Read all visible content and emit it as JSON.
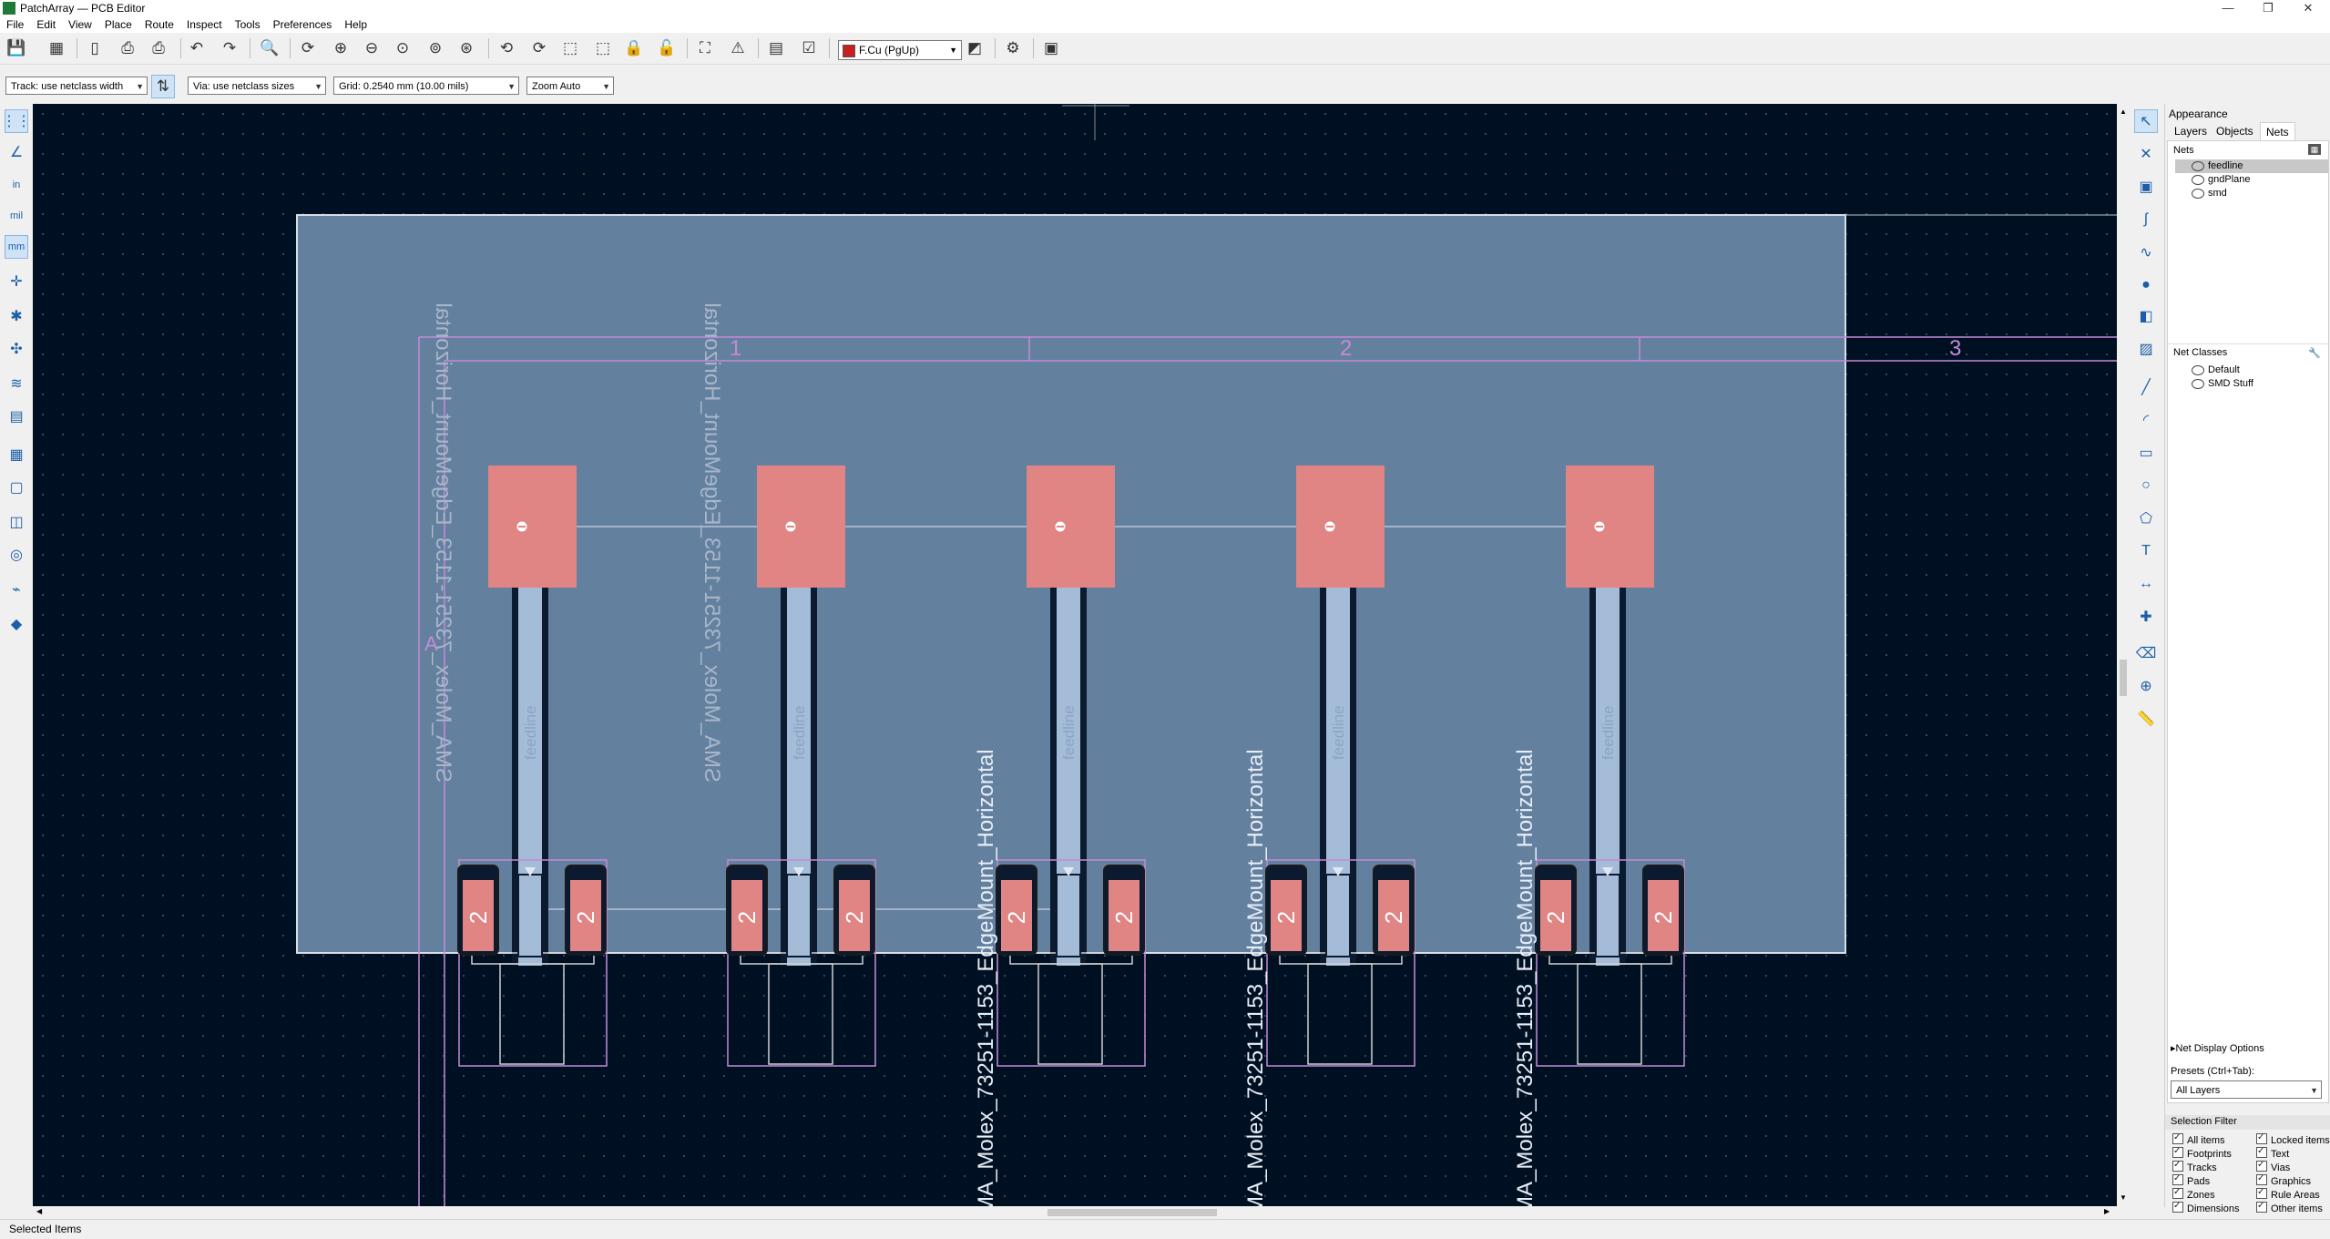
{
  "window": {
    "title": "PatchArray — PCB Editor",
    "controls": [
      "—",
      "❐",
      "✕"
    ]
  },
  "menubar": [
    "File",
    "Edit",
    "View",
    "Place",
    "Route",
    "Inspect",
    "Tools",
    "Preferences",
    "Help"
  ],
  "toolbar": {
    "active_layer": "F.Cu (PgUp)",
    "icons": [
      "save-icon",
      "board-setup-icon",
      "page-settings-icon",
      "print-icon",
      "plot-icon",
      "undo-icon",
      "redo-icon",
      "find-icon",
      "redraw-icon",
      "zoom-in-icon",
      "zoom-out-icon",
      "zoom-fit-icon",
      "zoom-objects-icon",
      "zoom-selection-icon",
      "rotate-ccw-icon",
      "rotate-cw-icon",
      "group-icon",
      "ungroup-icon",
      "lock-icon",
      "unlock-icon",
      "netlist-icon",
      "drc-icon",
      "footprint-editor-icon",
      "footprint-viewer-icon",
      "layer-pair-icon",
      "scripting-icon",
      "python-console-icon"
    ]
  },
  "toolbar2": {
    "track": "Track: use netclass width",
    "via": "Via: use netclass sizes",
    "grid": "Grid: 0.2540 mm (10.00 mils)",
    "zoom": "Zoom Auto"
  },
  "left_toolbar": [
    {
      "name": "grid-toggle-icon",
      "glyph": "⋮⋮"
    },
    {
      "name": "polar-coords-icon",
      "glyph": "∠"
    },
    {
      "name": "unit-inches-icon",
      "glyph": "in"
    },
    {
      "name": "unit-mils-icon",
      "glyph": "mil"
    },
    {
      "name": "unit-mm-icon",
      "glyph": "mm"
    },
    {
      "name": "cursor-shape-icon",
      "glyph": "✛"
    },
    {
      "name": "ratsnest-icon",
      "glyph": "✱"
    },
    {
      "name": "curved-ratsnest-icon",
      "glyph": "✣"
    },
    {
      "name": "high-contrast-icon",
      "glyph": "≋"
    },
    {
      "name": "track-outline-icon",
      "glyph": "▤"
    },
    {
      "name": "zone-fill-icon",
      "glyph": "▦"
    },
    {
      "name": "zone-outline-icon",
      "glyph": "▢"
    },
    {
      "name": "pad-outline-icon",
      "glyph": "◫"
    },
    {
      "name": "via-outline-icon",
      "glyph": "◎"
    },
    {
      "name": "microwave-icon",
      "glyph": "⌁"
    },
    {
      "name": "appearance-manager-icon",
      "glyph": "◆"
    }
  ],
  "right_toolbar": [
    {
      "name": "select-icon",
      "glyph": "↖"
    },
    {
      "name": "local-ratsnest-icon",
      "glyph": "✕"
    },
    {
      "name": "add-footprint-icon",
      "glyph": "▣"
    },
    {
      "name": "route-track-icon",
      "glyph": "∫"
    },
    {
      "name": "tune-length-icon",
      "glyph": "∿"
    },
    {
      "name": "add-via-icon",
      "glyph": "●"
    },
    {
      "name": "add-zone-icon",
      "glyph": "◧"
    },
    {
      "name": "add-keepout-icon",
      "glyph": "▨"
    },
    {
      "name": "draw-line-icon",
      "glyph": "╱"
    },
    {
      "name": "draw-arc-icon",
      "glyph": "◜"
    },
    {
      "name": "draw-rectangle-icon",
      "glyph": "▭"
    },
    {
      "name": "draw-circle-icon",
      "glyph": "○"
    },
    {
      "name": "draw-polygon-icon",
      "glyph": "⬠"
    },
    {
      "name": "add-text-icon",
      "glyph": "T"
    },
    {
      "name": "add-dimension-icon",
      "glyph": "↔"
    },
    {
      "name": "add-target-icon",
      "glyph": "✚"
    },
    {
      "name": "delete-icon",
      "glyph": "⌫"
    },
    {
      "name": "set-origin-icon",
      "glyph": "⊕"
    },
    {
      "name": "measure-icon",
      "glyph": "📏"
    }
  ],
  "appearance": {
    "header": "Appearance",
    "tabs": [
      "Layers",
      "Objects",
      "Nets"
    ],
    "active_tab": "Nets",
    "nets_label": "Nets",
    "nets": [
      "feedline",
      "gndPlane",
      "smd"
    ],
    "net_classes_label": "Net Classes",
    "net_classes": [
      "Default",
      "SMD Stuff"
    ],
    "net_display_options": "Net Display Options",
    "presets_label": "Presets (Ctrl+Tab):",
    "presets_value": "All Layers",
    "selection_filter_label": "Selection Filter",
    "filters_left": [
      "All items",
      "Footprints",
      "Tracks",
      "Pads",
      "Zones",
      "Dimensions"
    ],
    "filters_right": [
      "Locked items",
      "Text",
      "Vias",
      "Graphics",
      "Rule Areas",
      "Other items"
    ]
  },
  "canvas": {
    "sheet_columns": [
      "1",
      "2",
      "3"
    ],
    "sheet_row": "A",
    "pad_number": "2",
    "track_net_label": "feedline",
    "footprint_value": "SMA_Molex_73251-1153_EdgeMount_Horizontal"
  },
  "status": {
    "text": "Selected Items"
  }
}
